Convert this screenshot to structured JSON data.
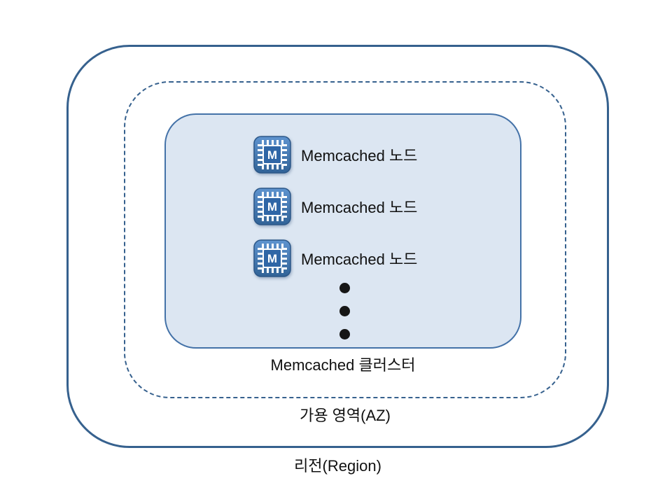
{
  "diagram": {
    "region": {
      "label": "리전(Region)"
    },
    "az": {
      "label": "가용 영역(AZ)"
    },
    "cluster": {
      "label": "Memcached 클러스터",
      "nodes": [
        {
          "label": "Memcached 노드"
        },
        {
          "label": "Memcached 노드"
        },
        {
          "label": "Memcached 노드"
        }
      ]
    },
    "icon": {
      "name": "memcached-chip-icon",
      "letter": "M"
    },
    "colors": {
      "region_border": "#36618E",
      "az_border_dashed": "#36618E",
      "cluster_fill": "#DCE6F2",
      "cluster_border": "#4472A8",
      "chip_blue_light": "#5E93CF",
      "chip_blue_dark": "#316397",
      "text": "#111111",
      "dot": "#161616"
    }
  }
}
